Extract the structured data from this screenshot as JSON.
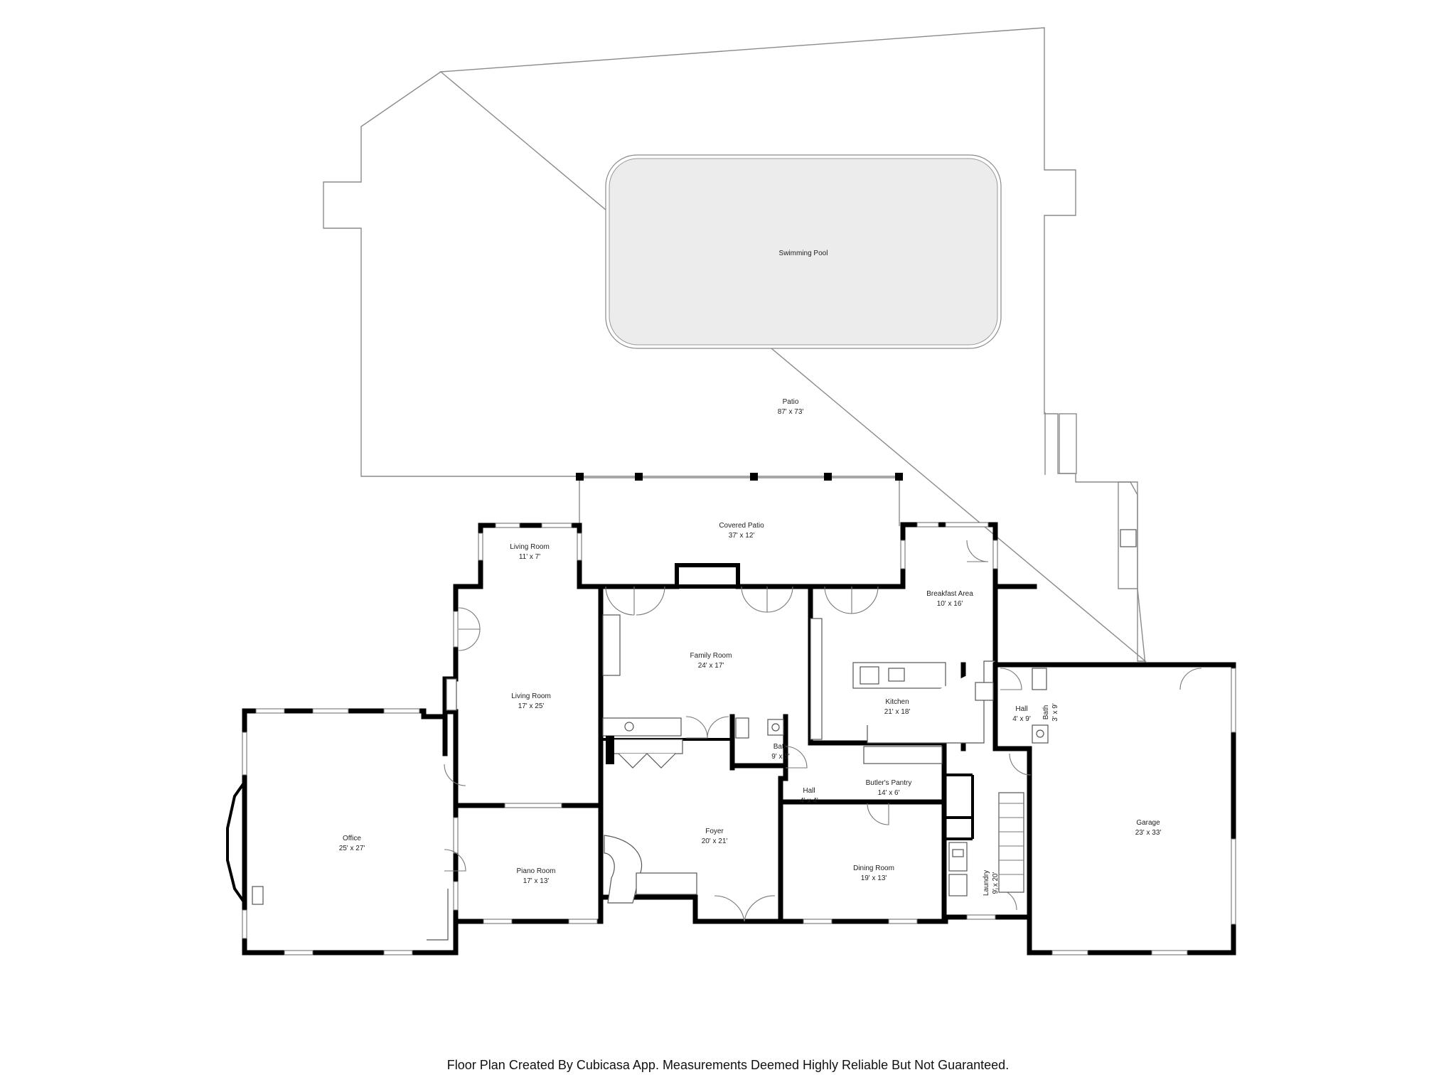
{
  "rooms": {
    "swimming_pool": {
      "name": "Swimming Pool"
    },
    "patio": {
      "name": "Patio",
      "size": "87' x 73'"
    },
    "covered_patio": {
      "name": "Covered Patio",
      "size": "37' x 12'"
    },
    "living_room_small": {
      "name": "Living Room",
      "size": "11' x 7'"
    },
    "breakfast_area": {
      "name": "Breakfast Area",
      "size": "10' x 16'"
    },
    "family_room": {
      "name": "Family Room",
      "size": "24' x 17'"
    },
    "living_room": {
      "name": "Living Room",
      "size": "17' x 25'"
    },
    "kitchen": {
      "name": "Kitchen",
      "size": "21' x 18'"
    },
    "hall_east": {
      "name": "Hall",
      "size": "4' x 9'"
    },
    "bath_east": {
      "name": "Bath",
      "size": "3' x 9'"
    },
    "bath_center": {
      "name": "Bath",
      "size": "9' x 5'"
    },
    "butlers_pantry": {
      "name": "Butler's Pantry",
      "size": "14' x 6'"
    },
    "hall_center": {
      "name": "Hall",
      "size": "4' x 4'"
    },
    "office": {
      "name": "Office",
      "size": "25' x 27'"
    },
    "foyer": {
      "name": "Foyer",
      "size": "20' x 21'"
    },
    "garage": {
      "name": "Garage",
      "size": "23' x 33'"
    },
    "piano_room": {
      "name": "Piano Room",
      "size": "17' x 13'"
    },
    "dining_room": {
      "name": "Dining Room",
      "size": "19' x 13'"
    },
    "laundry": {
      "name": "Laundry",
      "size": "9' x 20'"
    }
  },
  "footer": {
    "text": "Floor Plan Created By Cubicasa App. Measurements Deemed Highly Reliable But Not Guaranteed."
  },
  "colors": {
    "wall": "#000000",
    "pool_fill": "#ececec",
    "outline": "#8a8a8a",
    "background": "#ffffff"
  }
}
